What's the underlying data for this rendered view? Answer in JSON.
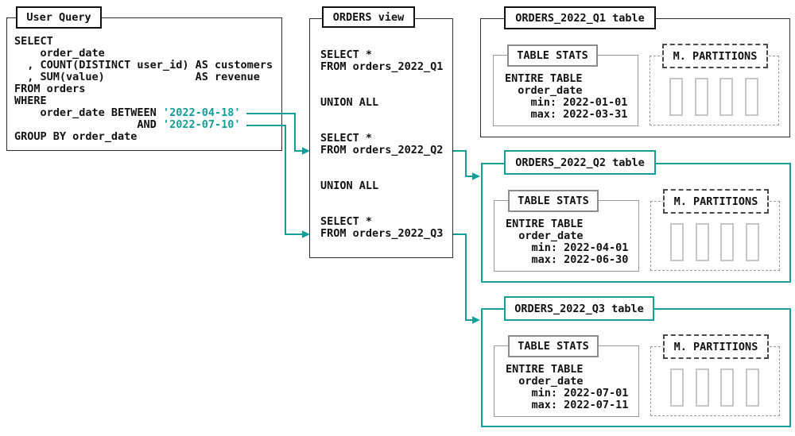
{
  "colors": {
    "teal_accent": "#149E98",
    "ink": "#2d2d2d",
    "stats_gray": "#9b9b9b",
    "partition_cell_gray": "#c7c7c7"
  },
  "user_query": {
    "title": "User Query",
    "code_before": "SELECT\n    order_date\n  , COUNT(DISTINCT user_id) AS customers\n  , SUM(value)              AS revenue\nFROM orders\nWHERE\n    order_date BETWEEN ",
    "date_from": "'2022-04-18'",
    "and_line": "\n                   AND ",
    "date_to": "'2022-07-10'",
    "code_after": "\nGROUP BY order_date"
  },
  "orders_view": {
    "title": "ORDERS view",
    "code": "SELECT *\nFROM orders_2022_Q1\n\n\nUNION ALL\n\n\nSELECT *\nFROM orders_2022_Q2\n\n\nUNION ALL\n\n\nSELECT *\nFROM orders_2022_Q3"
  },
  "tables": [
    {
      "title": "ORDERS_2022_Q1 table",
      "highlighted": false,
      "stats_title": "TABLE STATS",
      "stats": "ENTIRE TABLE\n  order_date\n    min: 2022-01-01\n    max: 2022-03-31",
      "partitions_title": "M. PARTITIONS",
      "partition_count": 4
    },
    {
      "title": "ORDERS_2022_Q2 table",
      "highlighted": true,
      "stats_title": "TABLE STATS",
      "stats": "ENTIRE TABLE\n  order_date\n    min: 2022-04-01\n    max: 2022-06-30",
      "partitions_title": "M. PARTITIONS",
      "partition_count": 4
    },
    {
      "title": "ORDERS_2022_Q3 table",
      "highlighted": true,
      "stats_title": "TABLE STATS",
      "stats": "ENTIRE TABLE\n  order_date\n    min: 2022-07-01\n    max: 2022-07-11",
      "partitions_title": "M. PARTITIONS",
      "partition_count": 4
    }
  ]
}
